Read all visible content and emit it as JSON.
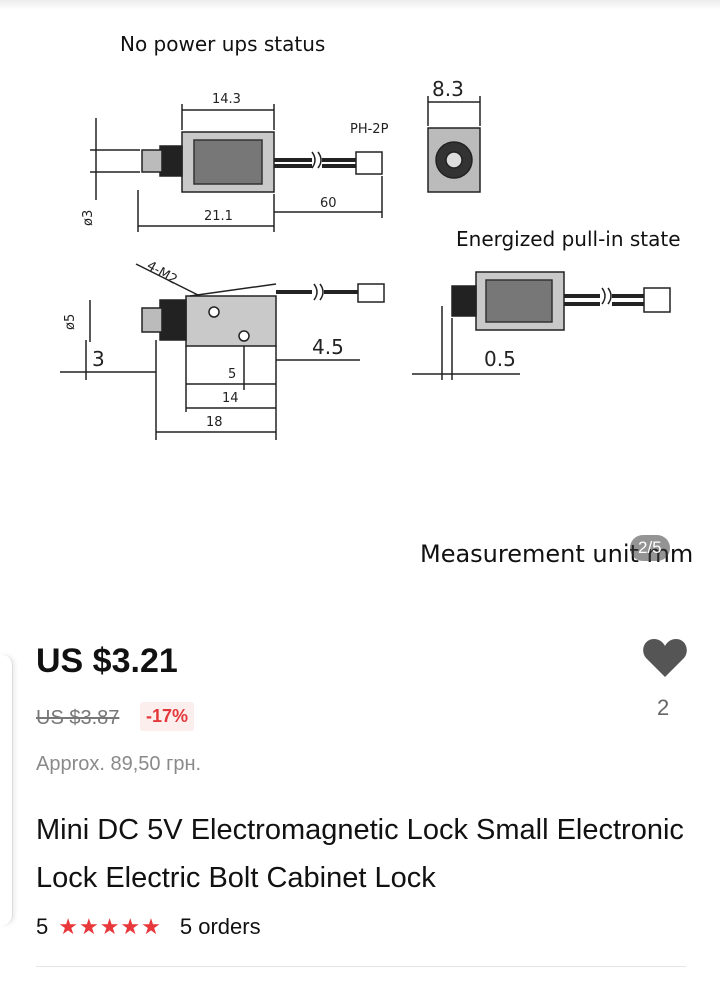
{
  "gallery": {
    "no_power_label": "No power ups status",
    "energized_label": "Energized pull-in state",
    "measurement_label": "Measurement unit mm",
    "pager": "2/5",
    "dims": {
      "d1": "14.3",
      "d2": "8.3",
      "d3": "PH-2P",
      "d4": "60",
      "d5": "21.1",
      "d6": "ø3",
      "d7": "4-M2",
      "d8": "ø5",
      "d9": "3",
      "d10": "4.5",
      "d11": "5",
      "d12": "14",
      "d13": "18",
      "d14": "0.5"
    }
  },
  "product": {
    "price": "US $3.21",
    "old_price": "US $3.87",
    "discount": "-17%",
    "approx": "Approx. 89,50 грн.",
    "title": "Mini DC 5V Electromagnetic Lock Small Electronic Lock Electric Bolt Cabinet Lock",
    "rating_value": "5",
    "stars": "★★★★★",
    "orders": "5 orders",
    "likes": "2"
  },
  "colors": {
    "discount": "#e3383b",
    "stars": "#e8383b",
    "heart": "#555555"
  }
}
